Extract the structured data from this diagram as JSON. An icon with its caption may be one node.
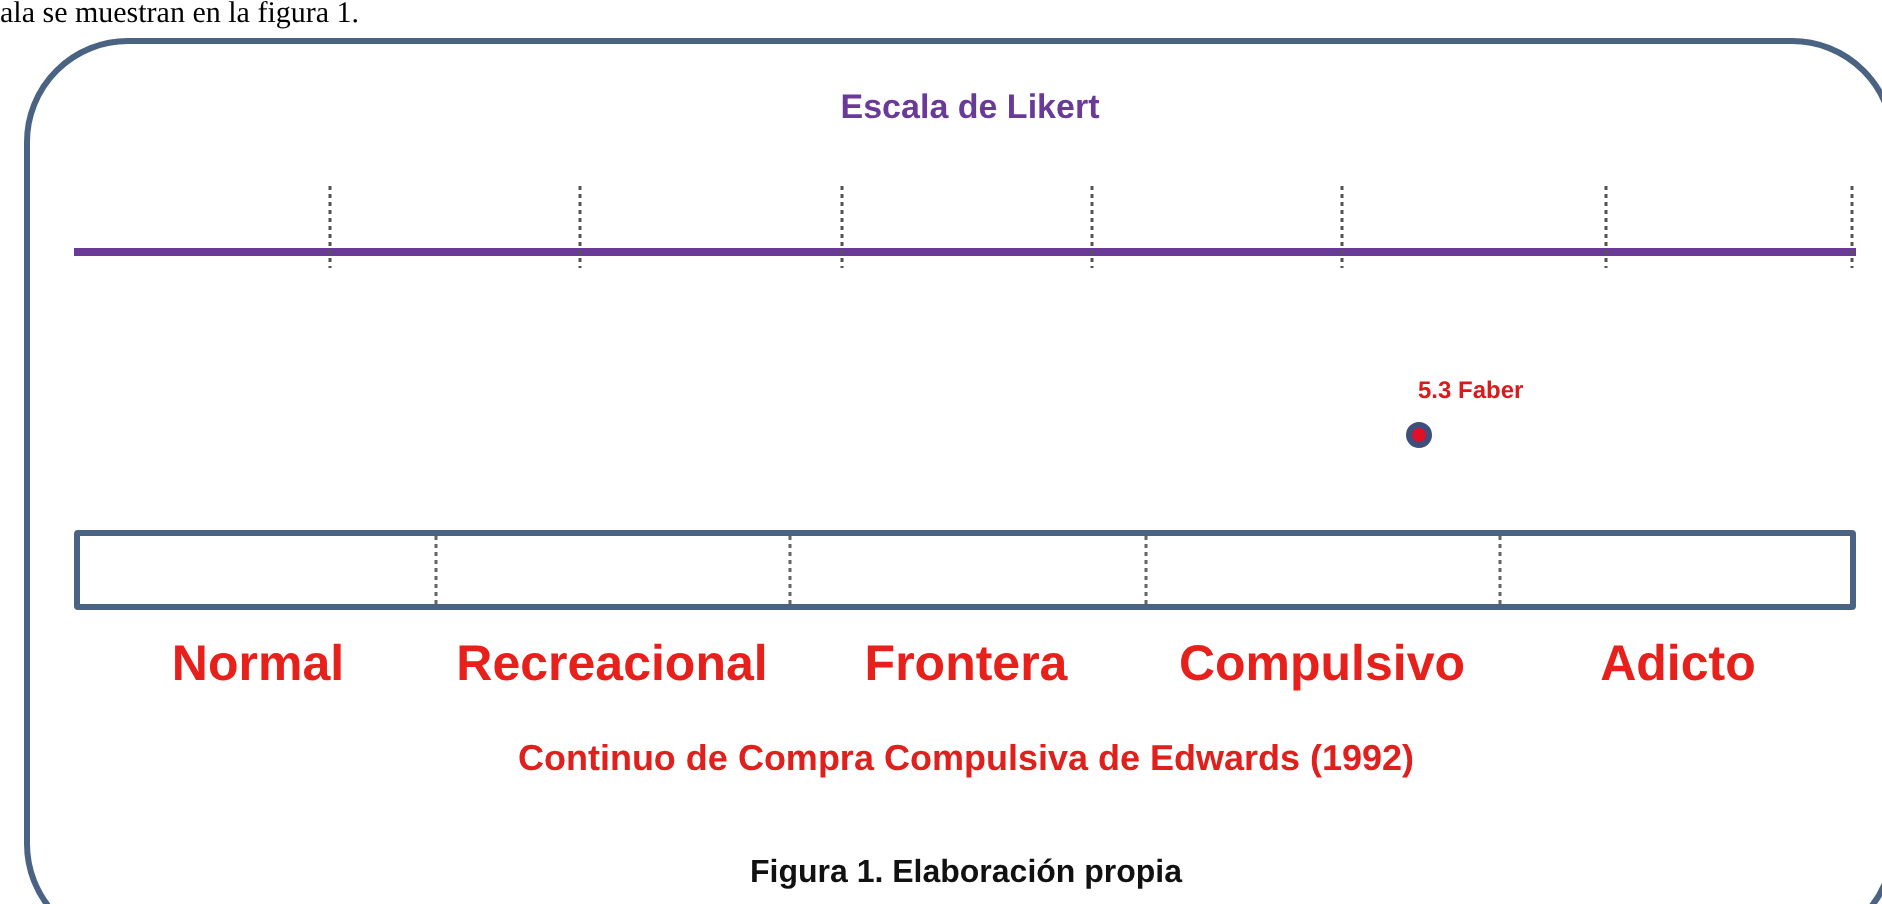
{
  "diagram": {
    "nodes": [
      {
        "text": [
          "Escala de Likert",
          "Continuo de Compra Compulsiva de Edwards (1992)",
          "Figura 1. Elaboración propia"
        ]
      },
      {
        "text": [],
        "shape": "bar",
        "in": 0,
        "beside": [
          "Normal",
          "Recreacional",
          "Frontera",
          "Compulsivo",
          "Adicto"
        ]
      },
      {
        "text": [],
        "shape": "circle",
        "in": 0,
        "beside": [
          "5.3 Faber"
        ]
      }
    ],
    "labels": [
      "ala se muestran en la figura 1."
    ]
  }
}
